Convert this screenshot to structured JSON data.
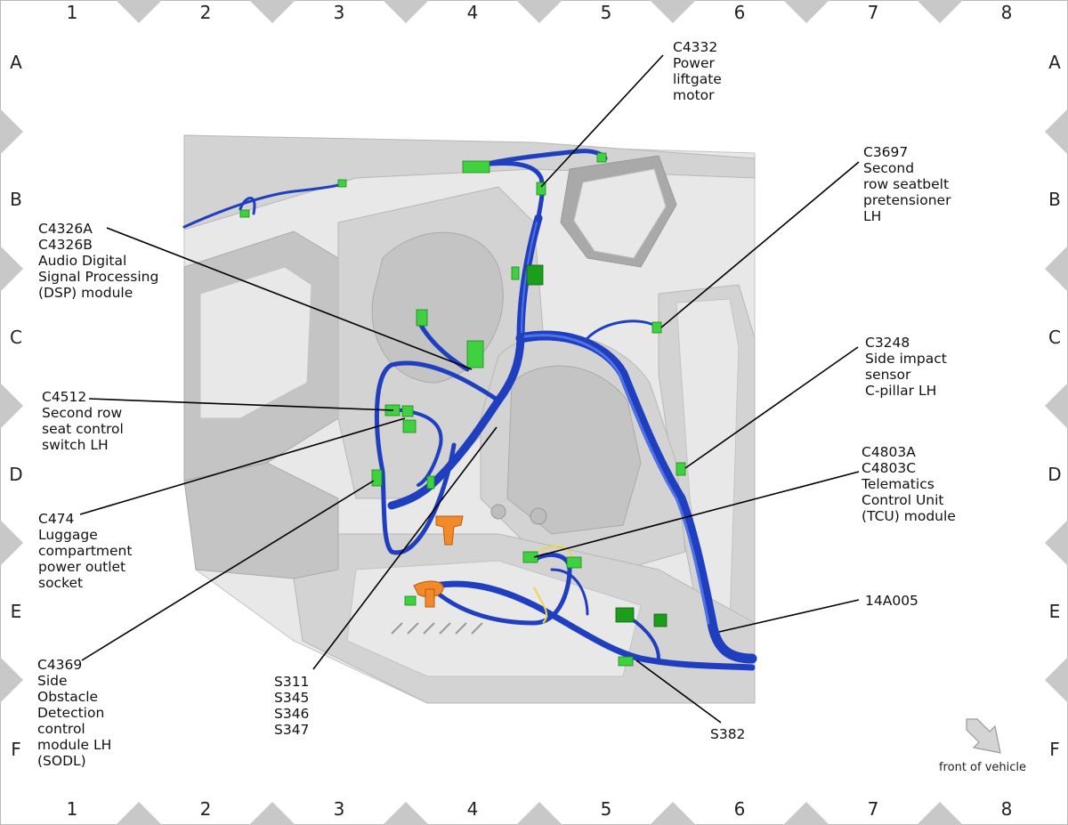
{
  "grid": {
    "columns": [
      "1",
      "2",
      "3",
      "4",
      "5",
      "6",
      "7",
      "8"
    ],
    "rows": [
      "A",
      "B",
      "C",
      "D",
      "E",
      "F"
    ]
  },
  "callouts": {
    "c4332": [
      "C4332",
      "Power",
      "liftgate",
      "motor"
    ],
    "c3697": [
      "C3697",
      "Second",
      "row seatbelt",
      "pretensioner",
      "LH"
    ],
    "c4326": [
      "C4326A",
      "C4326B",
      "Audio Digital",
      "Signal Processing",
      "(DSP) module"
    ],
    "c3248": [
      "C3248",
      "Side impact",
      "sensor",
      "C-pillar LH"
    ],
    "c4512": [
      "C4512",
      "Second row",
      "seat control",
      "switch LH"
    ],
    "c4803": [
      "C4803A",
      "C4803C",
      "Telematics",
      "Control Unit",
      "(TCU) module"
    ],
    "c474": [
      "C474",
      "Luggage",
      "compartment",
      "power outlet",
      "socket"
    ],
    "h14a005": [
      "14A005"
    ],
    "c4369": [
      "C4369",
      "Side",
      "Obstacle",
      "Detection",
      "control",
      "module LH",
      "(SODL)"
    ],
    "splices": [
      "S311",
      "S345",
      "S346",
      "S347"
    ],
    "s382": [
      "S382"
    ]
  },
  "orientation": {
    "label": "front of vehicle",
    "icon": "arrow-down-right-icon"
  },
  "colors": {
    "harness": "#1f3fbf",
    "connector": "#3fd13f",
    "clip": "#f08a2a",
    "body": "#d3d3d3",
    "grid_marker": "#c8c8c8"
  }
}
